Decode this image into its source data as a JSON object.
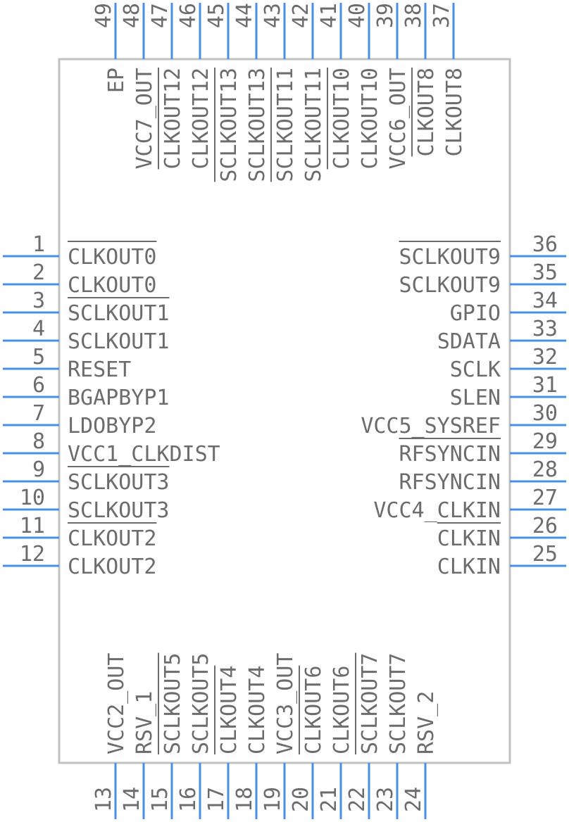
{
  "component": {
    "left_pins": [
      {
        "num": "1",
        "label": "CLKOUT0",
        "overbar": true
      },
      {
        "num": "2",
        "label": "CLKOUT0",
        "overbar": false
      },
      {
        "num": "3",
        "label": "SCLKOUT1",
        "overbar": true
      },
      {
        "num": "4",
        "label": "SCLKOUT1",
        "overbar": false
      },
      {
        "num": "5",
        "label": "RESET",
        "overbar": false
      },
      {
        "num": "6",
        "label": "BGAPBYP1",
        "overbar": false
      },
      {
        "num": "7",
        "label": "LDOBYP2",
        "overbar": false
      },
      {
        "num": "8",
        "label": "VCC1_CLKDIST",
        "overbar": false
      },
      {
        "num": "9",
        "label": "SCLKOUT3",
        "overbar": true
      },
      {
        "num": "10",
        "label": "SCLKOUT3",
        "overbar": false
      },
      {
        "num": "11",
        "label": "CLKOUT2",
        "overbar": true
      },
      {
        "num": "12",
        "label": "CLKOUT2",
        "overbar": false
      }
    ],
    "right_pins": [
      {
        "num": "36",
        "label": "SCLKOUT9",
        "overbar": true
      },
      {
        "num": "35",
        "label": "SCLKOUT9",
        "overbar": false
      },
      {
        "num": "34",
        "label": "GPIO",
        "overbar": false
      },
      {
        "num": "33",
        "label": "SDATA",
        "overbar": false
      },
      {
        "num": "32",
        "label": "SCLK",
        "overbar": false
      },
      {
        "num": "31",
        "label": "SLEN",
        "overbar": false
      },
      {
        "num": "30",
        "label": "VCC5_SYSREF",
        "overbar": false
      },
      {
        "num": "29",
        "label": "RFSYNCIN",
        "overbar": true
      },
      {
        "num": "28",
        "label": "RFSYNCIN",
        "overbar": false
      },
      {
        "num": "27",
        "label": "VCC4_CLKIN",
        "overbar": false
      },
      {
        "num": "26",
        "label": "CLKIN",
        "overbar": true
      },
      {
        "num": "25",
        "label": "CLKIN",
        "overbar": false
      }
    ],
    "top_pins": [
      {
        "num": "49",
        "label": "EP",
        "overbar": false
      },
      {
        "num": "48",
        "label": "VCC7_OUT",
        "overbar": false
      },
      {
        "num": "47",
        "label": "CLKOUT12",
        "overbar": true
      },
      {
        "num": "46",
        "label": "CLKOUT12",
        "overbar": false
      },
      {
        "num": "45",
        "label": "SCLKOUT13",
        "overbar": true
      },
      {
        "num": "44",
        "label": "SCLKOUT13",
        "overbar": false
      },
      {
        "num": "43",
        "label": "SCLKOUT11",
        "overbar": true
      },
      {
        "num": "42",
        "label": "SCLKOUT11",
        "overbar": false
      },
      {
        "num": "41",
        "label": "CLKOUT10",
        "overbar": true
      },
      {
        "num": "40",
        "label": "CLKOUT10",
        "overbar": false
      },
      {
        "num": "39",
        "label": "VCC6_OUT",
        "overbar": false
      },
      {
        "num": "38",
        "label": "CLKOUT8",
        "overbar": true
      },
      {
        "num": "37",
        "label": "CLKOUT8",
        "overbar": false
      }
    ],
    "bottom_pins": [
      {
        "num": "13",
        "label": "VCC2_OUT",
        "overbar": false
      },
      {
        "num": "14",
        "label": "RSV_1",
        "overbar": false
      },
      {
        "num": "15",
        "label": "SCLKOUT5",
        "overbar": true
      },
      {
        "num": "16",
        "label": "SCLKOUT5",
        "overbar": false
      },
      {
        "num": "17",
        "label": "CLKOUT4",
        "overbar": true
      },
      {
        "num": "18",
        "label": "CLKOUT4",
        "overbar": false
      },
      {
        "num": "19",
        "label": "VCC3_OUT",
        "overbar": false
      },
      {
        "num": "20",
        "label": "CLKOUT6",
        "overbar": true
      },
      {
        "num": "21",
        "label": "CLKOUT6",
        "overbar": false
      },
      {
        "num": "22",
        "label": "SCLKOUT7",
        "overbar": true
      },
      {
        "num": "23",
        "label": "SCLKOUT7",
        "overbar": false
      },
      {
        "num": "24",
        "label": "RSV_2",
        "overbar": false
      }
    ]
  },
  "colors": {
    "pin": "#4a8fe6",
    "outline": "#c0c0c0",
    "text": "#6c6c6c"
  }
}
